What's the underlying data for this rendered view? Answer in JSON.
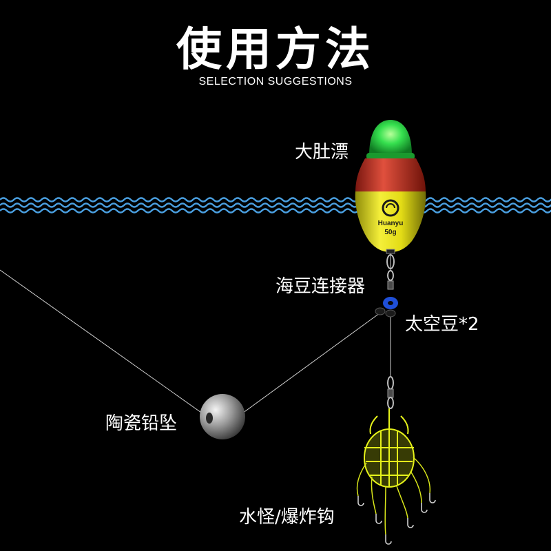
{
  "header": {
    "title": "使用方法",
    "subtitle": "SELECTION SUGGESTIONS"
  },
  "float": {
    "label": "大肚漂",
    "brand": "Huanyu",
    "weight": "50g"
  },
  "parts": {
    "connector_label": "海豆连接器",
    "bead_label": "太空豆*2",
    "sinker_label": "陶瓷铅坠",
    "hook_label": "水怪/爆炸钩"
  },
  "colors": {
    "background": "#000000",
    "water_wave": "#4a9fe0",
    "float_green": "#2fd24a",
    "float_red": "#d8483a",
    "float_yellow": "#e8e21a",
    "bead_blue": "#1f4fd8",
    "hook_cage": "#e6f31a"
  }
}
